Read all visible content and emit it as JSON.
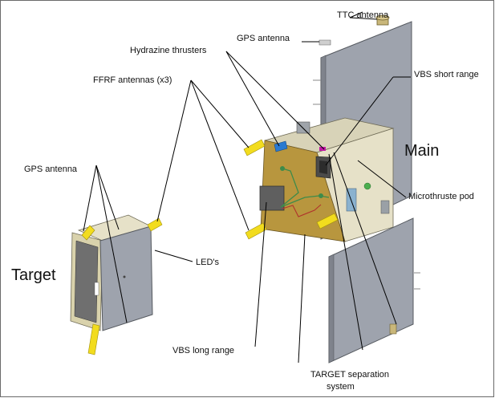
{
  "labels": {
    "ttc_antenna": "TTC antenna",
    "gps_antenna_main": "GPS antenna",
    "hydrazine_thrusters": "Hydrazine thrusters",
    "ffrf_antennas": "FFRF antennas (x3)",
    "vbs_short_range": "VBS short range",
    "main": "Main",
    "gps_antenna_target": "GPS antenna",
    "microthruste_pod": "Microthruste pod",
    "target": "Target",
    "leds": "LED's",
    "vbs_long_range": "VBS long range",
    "target_separation_line1": "TARGET separation",
    "target_separation_line2": "system"
  },
  "colors": {
    "panel_gray": "#9ea3ad",
    "panel_edge": "#55595f",
    "bus_gold": "#b8963e",
    "bus_side": "#e6e1c8",
    "antenna_yellow": "#f2dc1e",
    "leader_line": "#000000",
    "border": "#6a6a6a"
  }
}
